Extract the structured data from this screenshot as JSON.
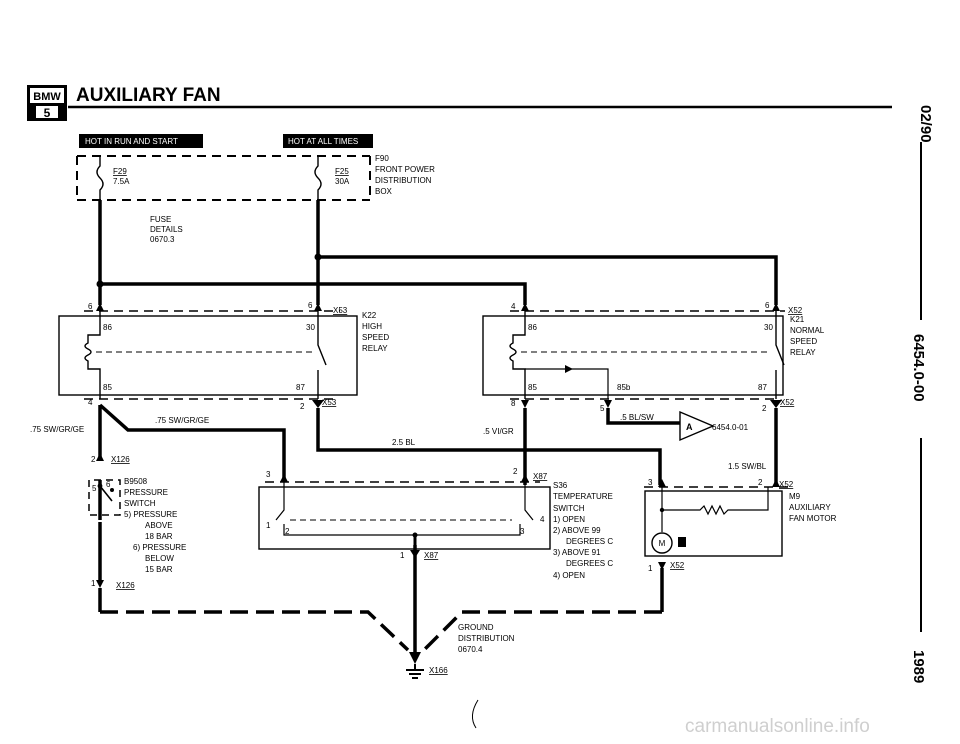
{
  "header": {
    "logo_text": "BMW",
    "logo_model": "5",
    "title": "AUXILIARY FAN"
  },
  "side": {
    "date": "02/90",
    "code": "6454.0-00",
    "year": "1989"
  },
  "banners": {
    "run_start": "HOT IN RUN AND START",
    "all_times": "HOT AT ALL TIMES"
  },
  "fuse_box": {
    "ref": "F90",
    "line1": "FRONT POWER",
    "line2": "DISTRIBUTION",
    "line3": "BOX",
    "f29": "F29",
    "f29_amp": "7.5A",
    "f25": "F25",
    "f25_amp": "30A",
    "details1": "FUSE",
    "details2": "DETAILS",
    "details3": "0670.3"
  },
  "k22": {
    "ref": "K22",
    "l1": "HIGH",
    "l2": "SPEED",
    "l3": "RELAY",
    "p86": "86",
    "p30": "30",
    "p85": "85",
    "p87": "87"
  },
  "k21": {
    "ref": "K21",
    "l1": "NORMAL",
    "l2": "SPEED",
    "l3": "RELAY",
    "p86": "86",
    "p30": "30",
    "p85": "85",
    "p85b": "85b",
    "p87": "87"
  },
  "connectors": {
    "x53": "X53",
    "x52": "X52",
    "x126": "X126",
    "x87": "X87",
    "x166": "X166"
  },
  "pins": {
    "p6a": "6",
    "p6b": "6",
    "p4a": "4",
    "p2a": "2",
    "p4b": "4",
    "p6c": "6",
    "p8": "8",
    "p5": "5",
    "p2b": "2",
    "p2c": "2",
    "p3a": "3",
    "p2d": "2",
    "p1a": "1",
    "p2e": "2",
    "p3b": "3",
    "p4c": "4",
    "p1b": "1",
    "p3c": "3",
    "p2f": "2",
    "p1c": "1",
    "p1d": "1",
    "p5s": "5",
    "p6s": "6"
  },
  "wires": {
    "w75a": ".75 SW/GR/GE",
    "w75b": ".75 SW/GR/GE",
    "w25": "2.5 BL",
    "w5vi": ".5 VI/GR",
    "w5bl": ".5 BL/SW",
    "w15": "1.5 SW/BL"
  },
  "ref_a": {
    "letter": "A",
    "text": "6454.0-01"
  },
  "b9508": {
    "ref": "B9508",
    "l1": "PRESSURE",
    "l2": "SWITCH",
    "n5a": "5) PRESSURE",
    "n5b": "ABOVE",
    "n5c": "18 BAR",
    "n6a": "6) PRESSURE",
    "n6b": "BELOW",
    "n6c": "15 BAR"
  },
  "s36": {
    "ref": "S36",
    "l1": "TEMPERATURE",
    "l2": "SWITCH",
    "n1": "1)  OPEN",
    "n2": "2)  ABOVE 99",
    "n2b": "DEGREES C",
    "n3": "3)  ABOVE 91",
    "n3b": "DEGREES C",
    "n4": "4)  OPEN"
  },
  "m9": {
    "ref": "M9",
    "l1": "AUXILIARY",
    "l2": "FAN MOTOR",
    "motor": "M"
  },
  "ground": {
    "l1": "GROUND",
    "l2": "DISTRIBUTION",
    "l3": "0670.4"
  },
  "watermark": "carmanualsonline.info"
}
